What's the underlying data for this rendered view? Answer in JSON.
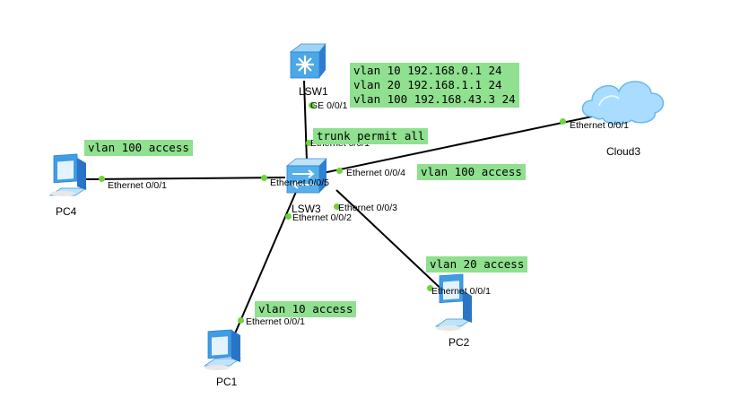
{
  "devices": {
    "lsw1": {
      "label": "LSW1"
    },
    "lsw3": {
      "label": "LSW3"
    },
    "pc1": {
      "label": "PC1"
    },
    "pc2": {
      "label": "PC2"
    },
    "pc4": {
      "label": "PC4"
    },
    "cloud3": {
      "label": "Cloud3"
    }
  },
  "notes": {
    "lsw1_config": [
      "vlan 10 192.168.0.1 24",
      "vlan 20 192.168.1.1 24",
      "vlan 100 192.168.43.3 24"
    ],
    "trunk": "trunk permit all",
    "pc4_vlan": "vlan 100 access",
    "cloud_vlan": "vlan 100 access",
    "pc2_vlan": "vlan 20 access",
    "pc1_vlan": "vlan 10 access"
  },
  "ports": {
    "lsw1_ge": "GE 0/0/1",
    "lsw3_e1": "Ethernet 0/0/1",
    "lsw3_e4": "Ethernet 0/0/4",
    "lsw3_e5": "Ethernet 0/0/5",
    "lsw3_e3": "Ethernet 0/0/3",
    "lsw3_e2": "Ethernet 0/0/2",
    "pc4_e1": "Ethernet 0/0/1",
    "cloud_e1": "Ethernet 0/0/1",
    "pc2_e1": "Ethernet 0/0/1",
    "pc1_e1": "Ethernet 0/0/1"
  },
  "colors": {
    "note_bg": "#8fe08f",
    "link": "#000000",
    "port_dot": "#6fd43a",
    "device_blue": "#4aa8e8"
  }
}
